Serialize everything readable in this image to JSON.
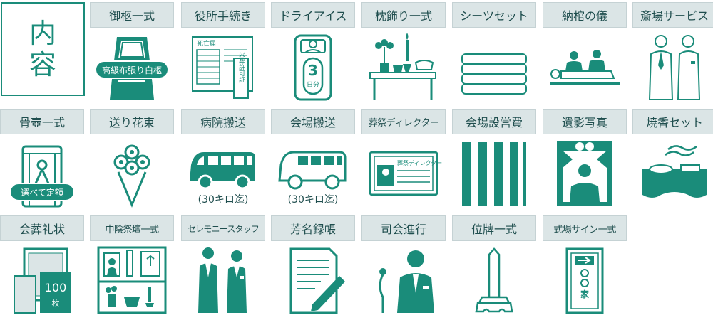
{
  "title": {
    "line1": "内",
    "line2": "容"
  },
  "items": [
    {
      "label": "御柩一式",
      "badge": "高級布張り白柩"
    },
    {
      "label": "役所手続き",
      "doc_header": "死亡届",
      "doc_side": "火葬許可証"
    },
    {
      "label": "ドライアイス",
      "tag_number": "3",
      "tag_unit": "日分"
    },
    {
      "label": "枕飾り一式"
    },
    {
      "label": "シーツセット"
    },
    {
      "label": "納棺の儀"
    },
    {
      "label": "斎場サービス"
    },
    {
      "label": "骨壺一式",
      "badge": "選べて定額"
    },
    {
      "label": "送り花束"
    },
    {
      "label": "病院搬送",
      "note": "(30キロ迄)"
    },
    {
      "label": "会場搬送",
      "note": "(30キロ迄)"
    },
    {
      "label": "葬祭ディレクター",
      "card_text": "葬祭ディレクター"
    },
    {
      "label": "会場設営費"
    },
    {
      "label": "遺影写真"
    },
    {
      "label": "焼香セット"
    },
    {
      "label": "会葬礼状",
      "count": "100",
      "unit": "枚"
    },
    {
      "label": "中陰祭壇一式"
    },
    {
      "label": "セレモニースタッフ"
    },
    {
      "label": "芳名録帳"
    },
    {
      "label": "司会進行"
    },
    {
      "label": "位牌一式"
    },
    {
      "label": "式場サイン一式",
      "sign_char": "家"
    }
  ],
  "colors": {
    "accent": "#1a8c7a",
    "label_bg": "#dbe5e6",
    "label_text": "#1f4e4e"
  }
}
